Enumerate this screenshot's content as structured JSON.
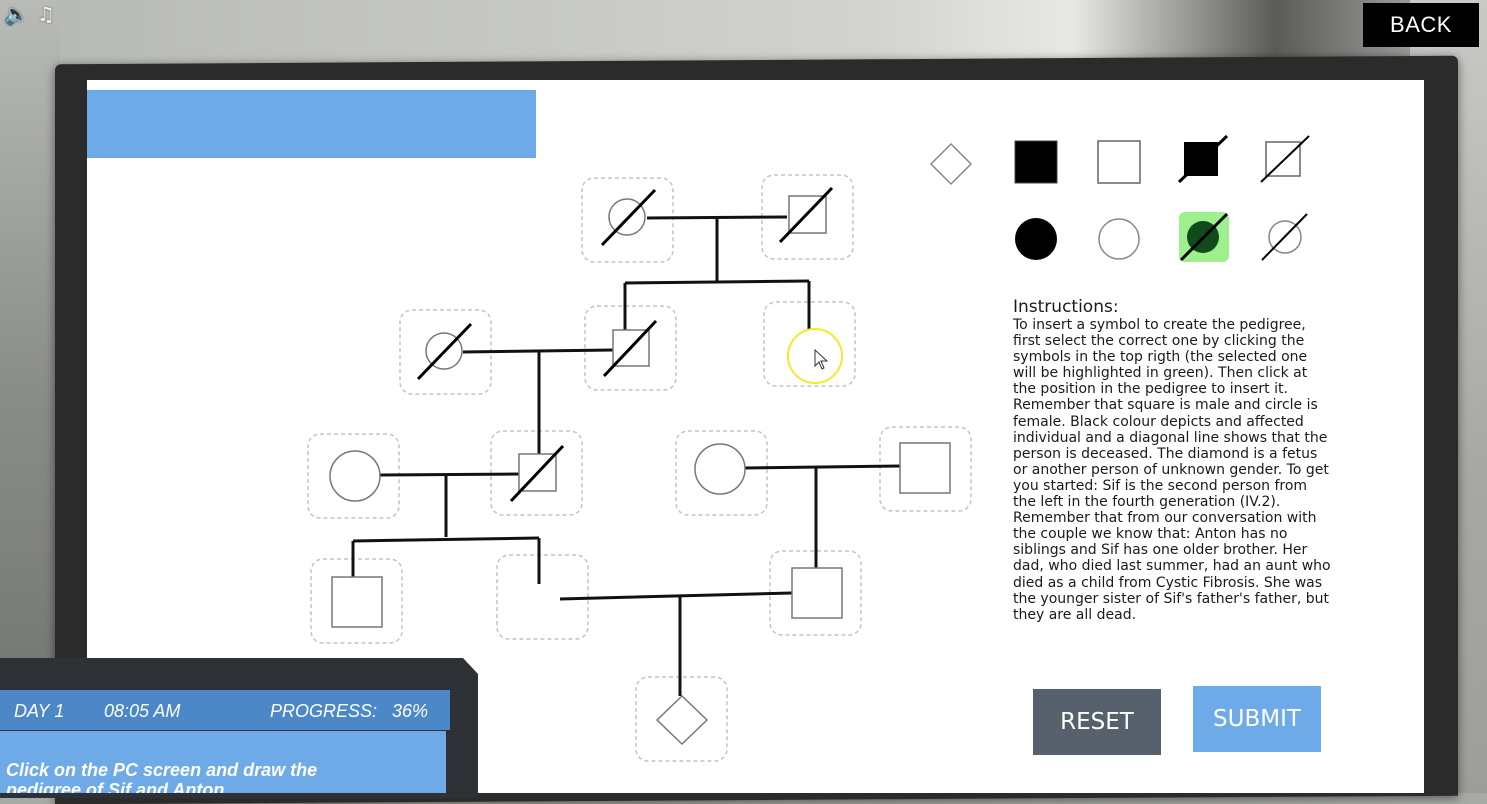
{
  "topbar": {
    "sound_icon": "speaker-icon",
    "music_icon": "music-note-icon",
    "back_label": "BACK"
  },
  "screen": {
    "title": "",
    "palette": [
      {
        "name": "diamond-unknown",
        "selected": false
      },
      {
        "name": "square-affected",
        "selected": false
      },
      {
        "name": "square-unaffected",
        "selected": false
      },
      {
        "name": "square-affected-deceased",
        "selected": false
      },
      {
        "name": "square-unaffected-deceased",
        "selected": false
      },
      {
        "name": "circle-affected",
        "selected": false
      },
      {
        "name": "circle-unaffected",
        "selected": false
      },
      {
        "name": "circle-affected-deceased",
        "selected": true
      },
      {
        "name": "circle-unaffected-deceased",
        "selected": false
      }
    ],
    "colors": {
      "accent": "#6eaae8",
      "selected_highlight": "#9ef08f",
      "reset": "#56616d"
    },
    "instructions": {
      "heading": "Instructions:",
      "body": "To insert a symbol to create the pedigree, first select the correct one by clicking the symbols in the top rigth (the selected one will be highlighted in green). Then click at the position in the pedigree to insert it. Remember that square is male and circle is female. Black colour depicts and affected individual and a diagonal line shows that the person is deceased. The diamond is a fetus or another person of unknown gender. To get you started: Sif is the second person from the left in the fourth generation (IV.2). Remember that from our conversation with the couple we know that: Anton has no siblings and Sif has one older brother.  Her dad, who died last summer, had an aunt who died as a child from Cystic Fibrosis. She was the younger sister of Sif's father's father, but they are all dead."
    },
    "reset_label": "RESET",
    "submit_label": "SUBMIT"
  },
  "hud": {
    "day": "DAY 1",
    "time": "08:05 AM",
    "progress_label": "PROGRESS:",
    "progress_value": "36%",
    "message": "Click on the PC screen and draw the pedigree of Sif and Anton"
  }
}
